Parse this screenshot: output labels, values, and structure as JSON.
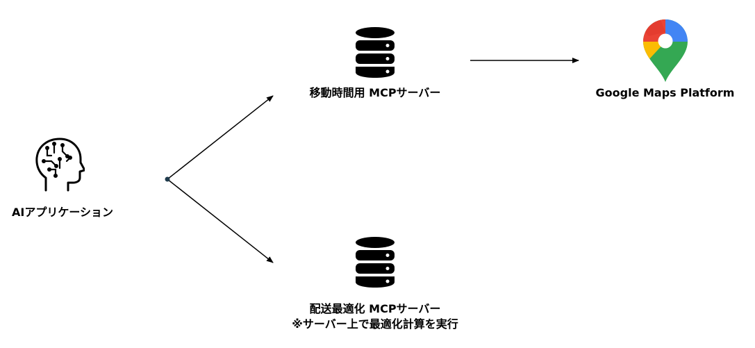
{
  "nodes": {
    "ai_app": {
      "label": "AIアプリケーション",
      "icon": "ai-head-icon"
    },
    "travel_time_server": {
      "label": "移動時間用 MCPサーバー",
      "icon": "database-icon"
    },
    "delivery_server": {
      "label_line1": "配送最適化 MCPサーバー",
      "label_line2": "※サーバー上で最適化計算を実行",
      "icon": "database-icon"
    },
    "google_maps": {
      "label": "Google Maps Platform",
      "icon": "google-maps-pin-icon"
    }
  },
  "edges": [
    {
      "from": "ai_app",
      "to": "travel_time_server"
    },
    {
      "from": "ai_app",
      "to": "delivery_server"
    },
    {
      "from": "travel_time_server",
      "to": "google_maps"
    }
  ],
  "colors": {
    "line": "#000000",
    "junction": "#1f3b4d",
    "maps_red": "#EA4335",
    "maps_blue": "#4285F4",
    "maps_green": "#34A853",
    "maps_yellow": "#FBBC04"
  }
}
